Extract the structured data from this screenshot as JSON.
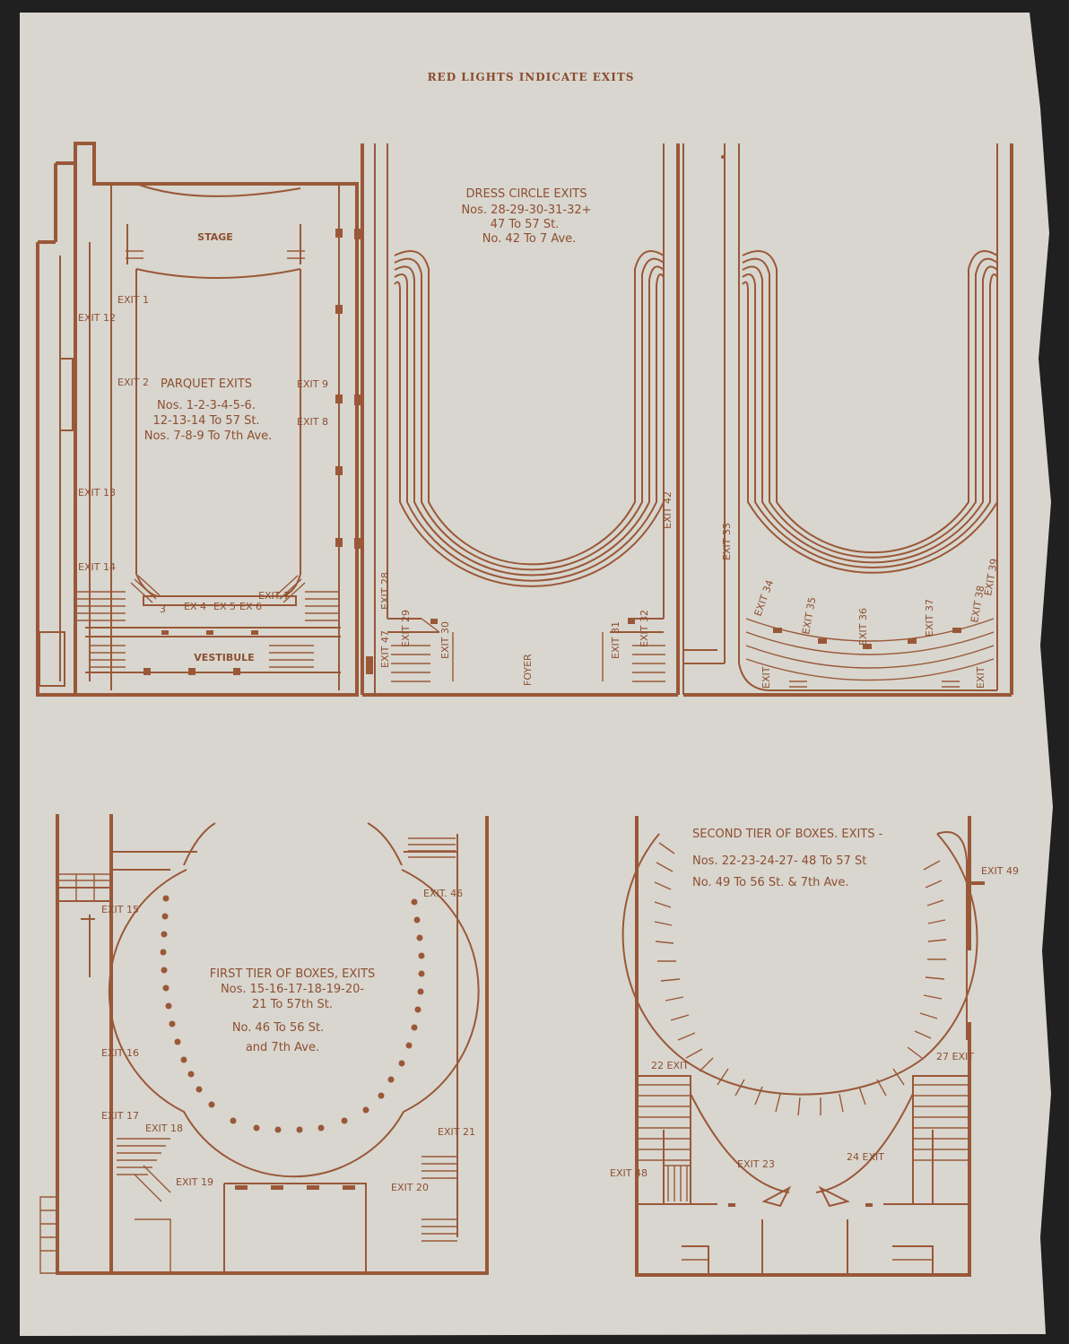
{
  "header": "RED LIGHTS INDICATE EXITS",
  "parquet": {
    "stage": "STAGE",
    "vestibule": "VESTIBULE",
    "title": "PARQUET EXITS",
    "line1": "Nos. 1-2-3-4-5-6.",
    "line2": "12-13-14 To 57 St.",
    "line3": "Nos. 7-8-9 To 7th Ave.",
    "exits": [
      "EXIT 1",
      "EXIT 2",
      "EXIT 9",
      "EXIT 8",
      "EXIT 12",
      "EXIT 13",
      "EXIT 14",
      "3",
      "EX 4",
      "EX 5",
      "EX 6",
      "EXIT 7"
    ]
  },
  "dress_circle": {
    "title": "DRESS CIRCLE EXITS",
    "line1": "Nos. 28-29-30-31-32+",
    "line2": "47 To 57 St.",
    "line3": "No. 42 To 7 Ave.",
    "foyer": "FOYER",
    "exits": [
      "EXIT 28",
      "EXIT 47",
      "EXIT 29",
      "EXIT 30",
      "EXIT 31",
      "EXIT 32",
      "EXIT 42",
      "EXIT 33",
      "EXIT 34",
      "EXIT 35",
      "EXIT 36",
      "EXIT 37",
      "EXIT 38",
      "EXIT 39",
      "EXIT",
      "EXIT"
    ]
  },
  "first_tier": {
    "line0": "FIRST TIER OF BOXES, EXITS",
    "line1": "Nos. 15-16-17-18-19-20-",
    "line2": "21 To 57th St.",
    "line3": "No. 46 To 56 St.",
    "line4": "and 7th Ave.",
    "exits": [
      "EXIT 15",
      "EXIT 16",
      "EXIT 17",
      "EXIT 18",
      "EXIT 19",
      "EXIT 20",
      "EXIT 21",
      "EXIT. 46"
    ]
  },
  "second_tier": {
    "line0": "SECOND TIER OF BOXES. EXITS -",
    "line1": "Nos. 22-23-24-27- 48 To 57 St",
    "line2": "No. 49 To 56 St. & 7th Ave.",
    "exits": [
      "EXIT 49",
      "22 EXIT",
      "27 EXIT",
      "EXIT 48",
      "EXIT 23",
      "24 EXIT"
    ]
  }
}
